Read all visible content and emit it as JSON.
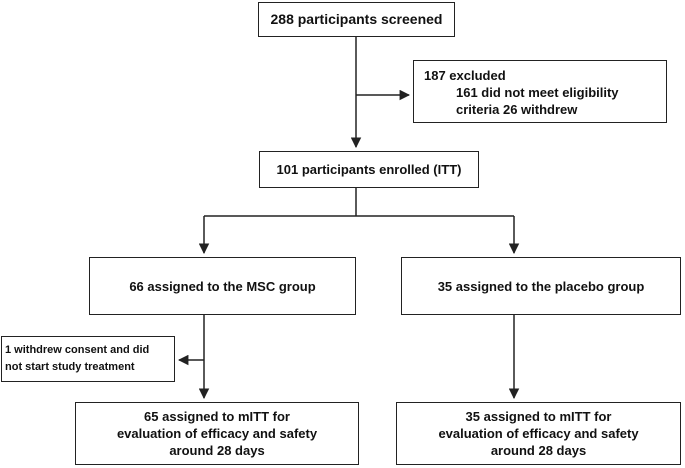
{
  "diagram": {
    "screened": "288 participants screened",
    "excluded": {
      "title": "187 excluded",
      "line1": "161 did not meet eligibility",
      "line2": "criteria 26 withdrew"
    },
    "enrolled": "101 participants enrolled (ITT)",
    "msc_group": "66 assigned to the MSC group",
    "placebo_group": "35 assigned to the placebo group",
    "withdrew": {
      "line1": "1 withdrew consent and did",
      "line2": "not start study treatment"
    },
    "mitt_msc": {
      "line1": "65 assigned to mITT for",
      "line2": "evaluation of efficacy and  safety",
      "line3": "around 28 days"
    },
    "mitt_placebo": {
      "line1": "35 assigned to mITT for",
      "line2": "evaluation of efficacy and safety",
      "line3": "around 28 days"
    }
  }
}
